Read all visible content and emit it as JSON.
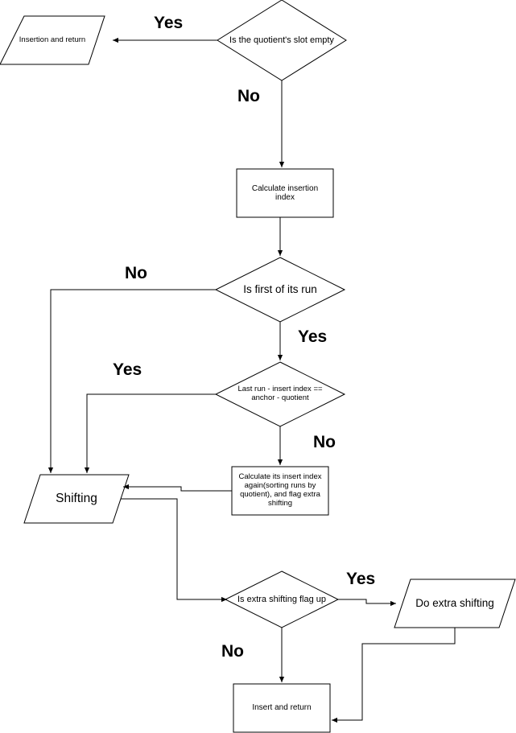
{
  "nodes": {
    "insertion_and_return": "Insertion and return",
    "quotient_slot_empty": "Is the quotient's slot empty",
    "calculate_insertion_index": "Calculate insertion index",
    "first_of_run": "Is first of its run",
    "last_run_check": "Last run - insert index == anchor - quotient",
    "shifting": "Shifting",
    "recalculate_insert_index": "Calculate its insert index again(sorting runs by quotient), and flag extra shifting",
    "extra_shifting_flag": "Is extra shifting flag up",
    "do_extra_shifting": "Do extra shifting",
    "insert_and_return": "Insert and return"
  },
  "edge_labels": {
    "yes_slot_empty": "Yes",
    "no_slot_empty": "No",
    "no_first_of_run": "No",
    "yes_first_of_run": "Yes",
    "yes_last_run": "Yes",
    "no_last_run": "No",
    "yes_extra_flag": "Yes",
    "no_extra_flag": "No"
  }
}
